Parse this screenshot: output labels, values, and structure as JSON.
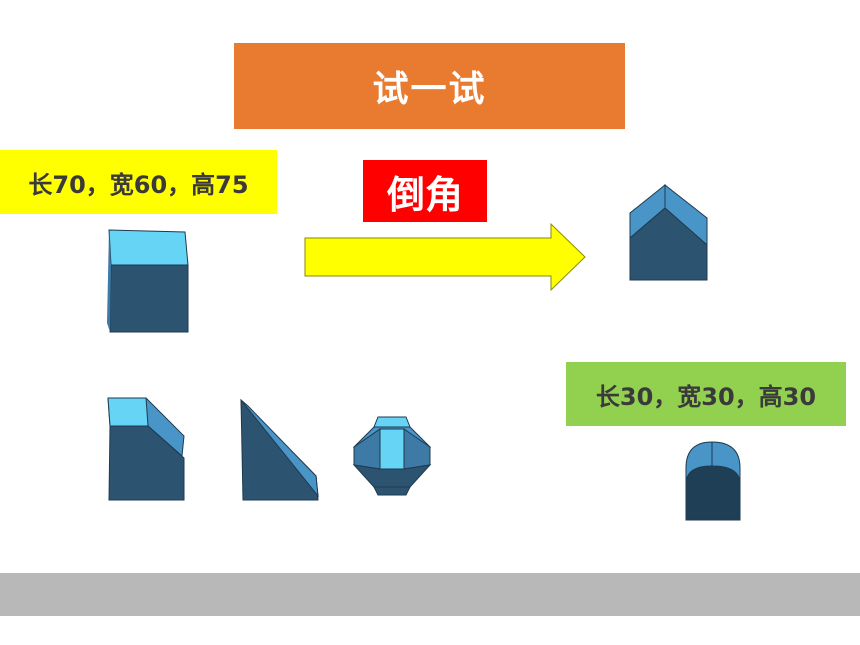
{
  "slide": {
    "title": "试一试",
    "dimensions_first": "长70，宽60，高75",
    "operation_label": "倒角",
    "dimensions_second": "长30，宽30，高30"
  },
  "colors": {
    "title_bg": "#E87B30",
    "dimensions_first_bg": "#FFFF00",
    "operation_bg": "#FF0000",
    "dimensions_second_bg": "#92D050",
    "arrow_fill": "#FFFF00",
    "solid_top": "#66D4F5",
    "solid_side": "#4A95C8",
    "solid_front": "#2C5470",
    "footer_bar": "#B8B8B8"
  },
  "shapes": [
    "box-solid",
    "gable-roof-solid",
    "beveled-edge-solid",
    "wedge-solid",
    "chamfered-octagonal-solid",
    "rounded-top-solid"
  ]
}
